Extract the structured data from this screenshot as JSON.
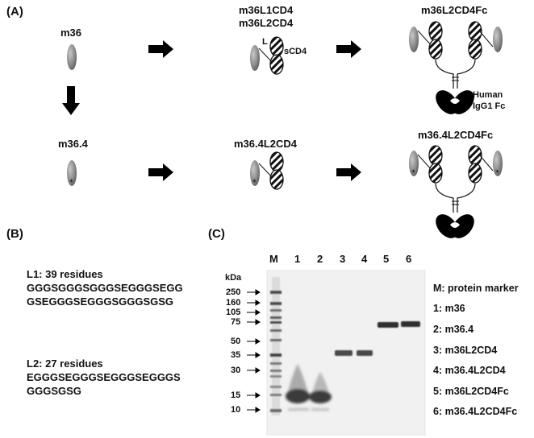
{
  "panels": {
    "a": "(A)",
    "b": "(B)",
    "c": "(C)"
  },
  "panel_a": {
    "m36": "m36",
    "m36l1cd4": "m36L1CD4",
    "m36l2cd4": "m36L2CD4",
    "linker_L": "L",
    "scd4": "sCD4",
    "m36l2cd4fc": "m36L2CD4Fc",
    "human": "Human",
    "igg1fc": "IgG1 Fc",
    "m364": "m36.4",
    "m364l2cd4": "m36.4L2CD4",
    "m364l2cd4fc": "m36.4L2CD4Fc"
  },
  "panel_b": {
    "l1_title": "L1: 39 residues",
    "l1_seq1": "GGGSGGGSGGGSEGGGSEGG",
    "l1_seq2": "GSEGGGSEGGGSGGGSGSG",
    "l2_title": "L2: 27 residues",
    "l2_seq1": "EGGGSEGGGSEGGGSEGGGS",
    "l2_seq2": "GGGSGSG"
  },
  "panel_c": {
    "kda_label": "kDa",
    "markers": [
      "250",
      "160",
      "105",
      "75",
      "50",
      "35",
      "30",
      "15",
      "10"
    ],
    "lanes": [
      "M",
      "1",
      "2",
      "3",
      "4",
      "5",
      "6"
    ],
    "legend": [
      "M: protein marker",
      "1: m36",
      "2: m36.4",
      "3: m36L2CD4",
      "4: m36.4L2CD4",
      "5: m36L2CD4Fc",
      "6: m36.4L2CD4Fc"
    ]
  }
}
